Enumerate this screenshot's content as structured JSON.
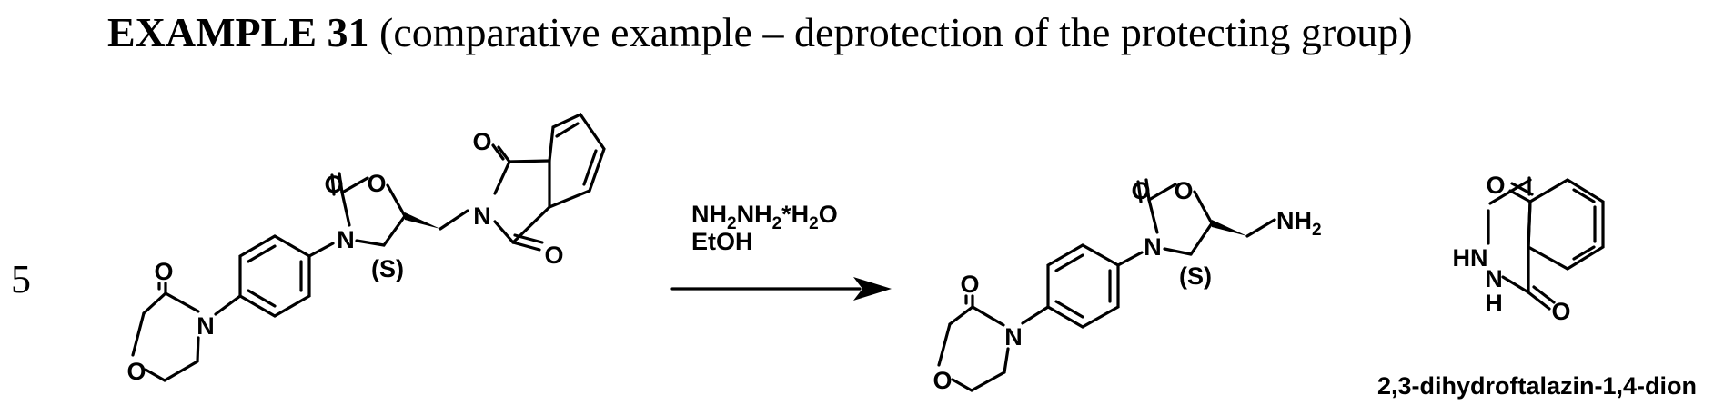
{
  "heading": {
    "example_label": "EXAMPLE 31",
    "description": "(comparative example – deprotection of the protecting group)"
  },
  "line_number": "5",
  "reactant": {
    "atoms": {
      "carbonyl_o_oxazolidinone": "O",
      "ring_o_oxazolidinone": "O",
      "ring_n_oxazolidinone": "N",
      "stereo": "(S)",
      "phthalimide_n": "N",
      "phthalimide_o_top": "O",
      "phthalimide_o_bottom": "O",
      "morpholinone_o_carbonyl": "O",
      "morpholinone_n": "N",
      "morpholinone_ring_o": "O"
    }
  },
  "reagents": {
    "line1_a": "NH",
    "line1_sub1": "2",
    "line1_b": "NH",
    "line1_sub2": "2",
    "line1_c": "*H",
    "line1_sub3": "2",
    "line1_d": "O",
    "line2": "EtOH"
  },
  "product_main": {
    "atoms": {
      "carbonyl_o_oxazolidinone": "O",
      "ring_o_oxazolidinone": "O",
      "ring_n_oxazolidinone": "N",
      "stereo": "(S)",
      "amine": "NH",
      "amine_sub": "2",
      "morpholinone_o_carbonyl": "O",
      "morpholinone_n": "N",
      "morpholinone_ring_o": "O"
    }
  },
  "byproduct": {
    "atoms": {
      "o_top": "O",
      "hn": "HN",
      "n": "N",
      "h": "H",
      "o_bottom": "O"
    },
    "name": "2,3-dihydroftalazin-1,4-dion"
  }
}
